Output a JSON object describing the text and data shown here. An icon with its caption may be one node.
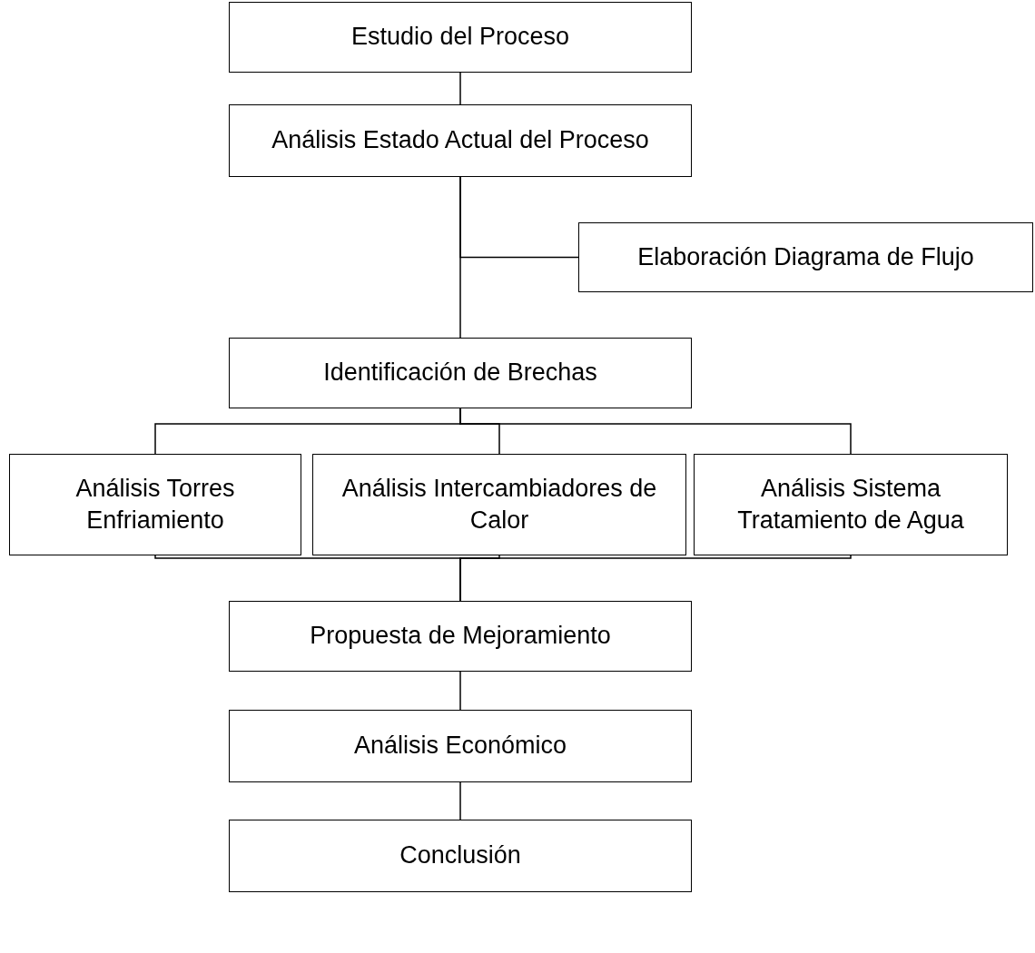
{
  "diagram": {
    "nodes": [
      {
        "text": [
          "Estudio del Proceso"
        ]
      },
      {
        "text": [
          "Análisis Estado Actual del Proceso"
        ]
      },
      {
        "text": [
          "Elaboración Diagrama de Flujo"
        ]
      },
      {
        "text": [
          "Identificación de Brechas"
        ]
      },
      {
        "text": [
          "Análisis Torres Enfriamiento"
        ]
      },
      {
        "text": [
          "Análisis Intercambiadores de Calor"
        ]
      },
      {
        "text": [
          "Análisis Sistema Tratamiento de Agua"
        ]
      },
      {
        "text": [
          "Propuesta de Mejoramiento"
        ]
      },
      {
        "text": [
          "Análisis Económico"
        ]
      },
      {
        "text": [
          "Conclusión"
        ]
      }
    ],
    "edges": [
      {
        "from": 0,
        "to": 1,
        "arrow": "none"
      },
      {
        "from": 1,
        "to": 3,
        "arrow": "none"
      },
      {
        "from": 1,
        "to": 2,
        "arrow": "none"
      },
      {
        "from": 3,
        "to": 4,
        "arrow": "none"
      },
      {
        "from": 3,
        "to": 5,
        "arrow": "none"
      },
      {
        "from": 3,
        "to": 6,
        "arrow": "none"
      },
      {
        "from": 4,
        "to": 7,
        "arrow": "none"
      },
      {
        "from": 5,
        "to": 7,
        "arrow": "none"
      },
      {
        "from": 6,
        "to": 7,
        "arrow": "none"
      },
      {
        "from": 7,
        "to": 8,
        "arrow": "none"
      },
      {
        "from": 8,
        "to": 9,
        "arrow": "none"
      }
    ]
  }
}
